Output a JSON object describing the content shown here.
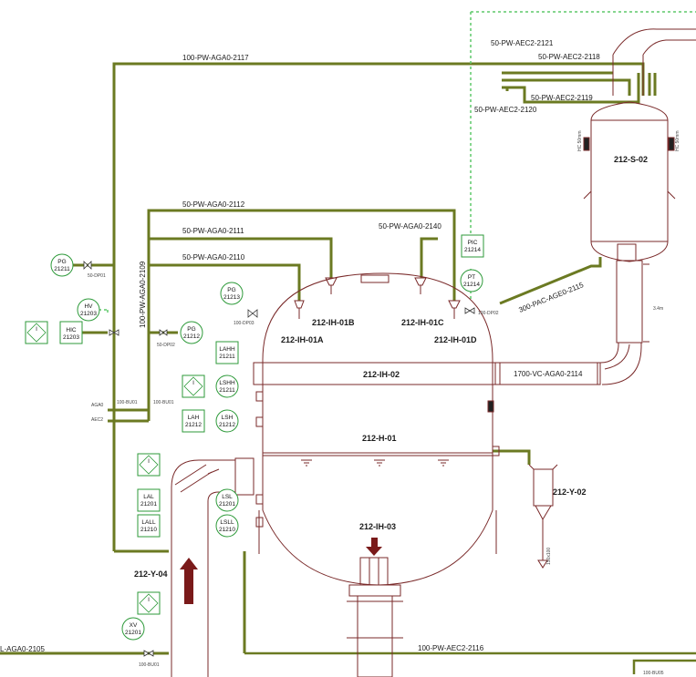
{
  "lines": {
    "l2117": "100-PW-AGA0-2117",
    "l2121": "50-PW-AEC2-2121",
    "l2118": "50-PW-AEC2-2118",
    "l2119": "50-PW-AEC2-2119",
    "l2120": "50-PW-AEC2-2120",
    "l2112": "50-PW-AGA0-2112",
    "l2111": "50-PW-AGA0-2111",
    "l2110": "50-PW-AGA0-2110",
    "l2140": "50-PW-AGA0-2140",
    "l2109": "100-PW-AGA0-2109",
    "l2115": "300-PAC-AGE0-2115",
    "l2114": "1700-VC-AGA0-2114",
    "l2116": "100-PW-AEC2-2116",
    "l2105": "L-AGA0-2105"
  },
  "equipment": {
    "s02": "212-S-02",
    "ih01a": "212-IH-01A",
    "ih01b": "212-IH-01B",
    "ih01c": "212-IH-01C",
    "ih01d": "212-IH-01D",
    "ih02": "212-IH-02",
    "h01": "212-H-01",
    "ih03": "212-IH-03",
    "y02": "212-Y-02",
    "y04": "212-Y-04"
  },
  "instruments": {
    "pg21211": [
      "PG",
      "21211"
    ],
    "hv21203": [
      "HV",
      "21203"
    ],
    "hic21203": [
      "HIC",
      "21203"
    ],
    "pg21212": [
      "PG",
      "21212"
    ],
    "pg21213": [
      "PG",
      "21213"
    ],
    "pic21214": [
      "PIC",
      "21214"
    ],
    "pt21214": [
      "PT",
      "21214"
    ],
    "lahh21211": [
      "LAHH",
      "21211"
    ],
    "lshh21211": [
      "LSHH",
      "21211"
    ],
    "lah21212": [
      "LAH",
      "21212"
    ],
    "lsh21212": [
      "LSH",
      "21212"
    ],
    "lal21201": [
      "LAL",
      "21201"
    ],
    "lsl21201": [
      "LSL",
      "21201"
    ],
    "lall21210": [
      "LALL",
      "21210"
    ],
    "lsll21210": [
      "LSLL",
      "21210"
    ],
    "xv21201": [
      "XV",
      "21201"
    ]
  },
  "small_labels": {
    "dp01": "50-DP01",
    "dp02": "50-DP02",
    "dp03": "100-DP03",
    "dp02b": "100-DP02",
    "bu01a": "100-BU01",
    "bu01b": "100-BU01",
    "bu01c": "100-BU01",
    "bu05": "100-BU05",
    "aga0": "AGA0",
    "aec2": "AEC2",
    "hc1": "HC 50mm",
    "hc2": "HC 50mm",
    "dim34": "3.4m",
    "d150": "150x100",
    "interlock": "I"
  },
  "colors": {
    "pipe": "#6b7a22",
    "vessel": "#7a2a2a",
    "instrument": "#2e9a3a",
    "instrument_line": "#6fd27a",
    "arrow": "#7a1a1a"
  }
}
